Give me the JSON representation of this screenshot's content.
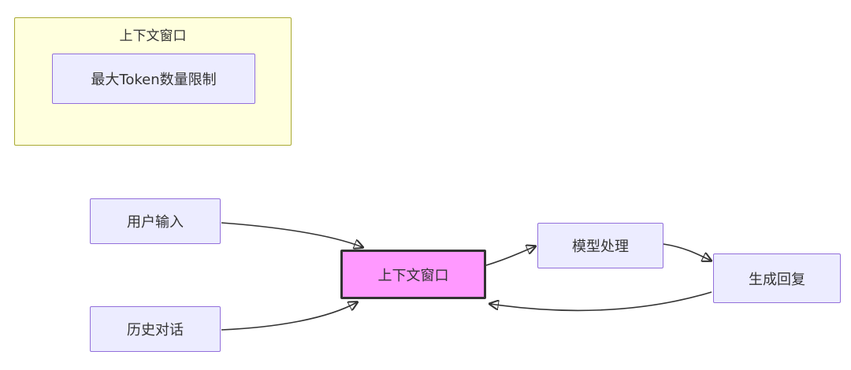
{
  "diagram": {
    "subgraph": {
      "title": "上下文窗口",
      "node_label": "最大Token数量限制"
    },
    "nodes": {
      "user_input": "用户输入",
      "history_dialog": "历史对话",
      "context_window": "上下文窗口",
      "model_processing": "模型处理",
      "generate_reply": "生成回复"
    },
    "edges": [
      {
        "from": "用户输入",
        "to": "上下文窗口"
      },
      {
        "from": "历史对话",
        "to": "上下文窗口"
      },
      {
        "from": "上下文窗口",
        "to": "模型处理"
      },
      {
        "from": "模型处理",
        "to": "生成回复"
      },
      {
        "from": "生成回复",
        "to": "上下文窗口"
      }
    ],
    "colors": {
      "node_fill": "#ECECFF",
      "node_border": "#9370DB",
      "subgraph_fill": "#FFFFDE",
      "subgraph_border": "#AAAA33",
      "highlight_fill": "#FF99FF",
      "highlight_border": "#333333",
      "edge_stroke": "#333333",
      "text": "#333333",
      "background": "#FFFFFF"
    }
  }
}
